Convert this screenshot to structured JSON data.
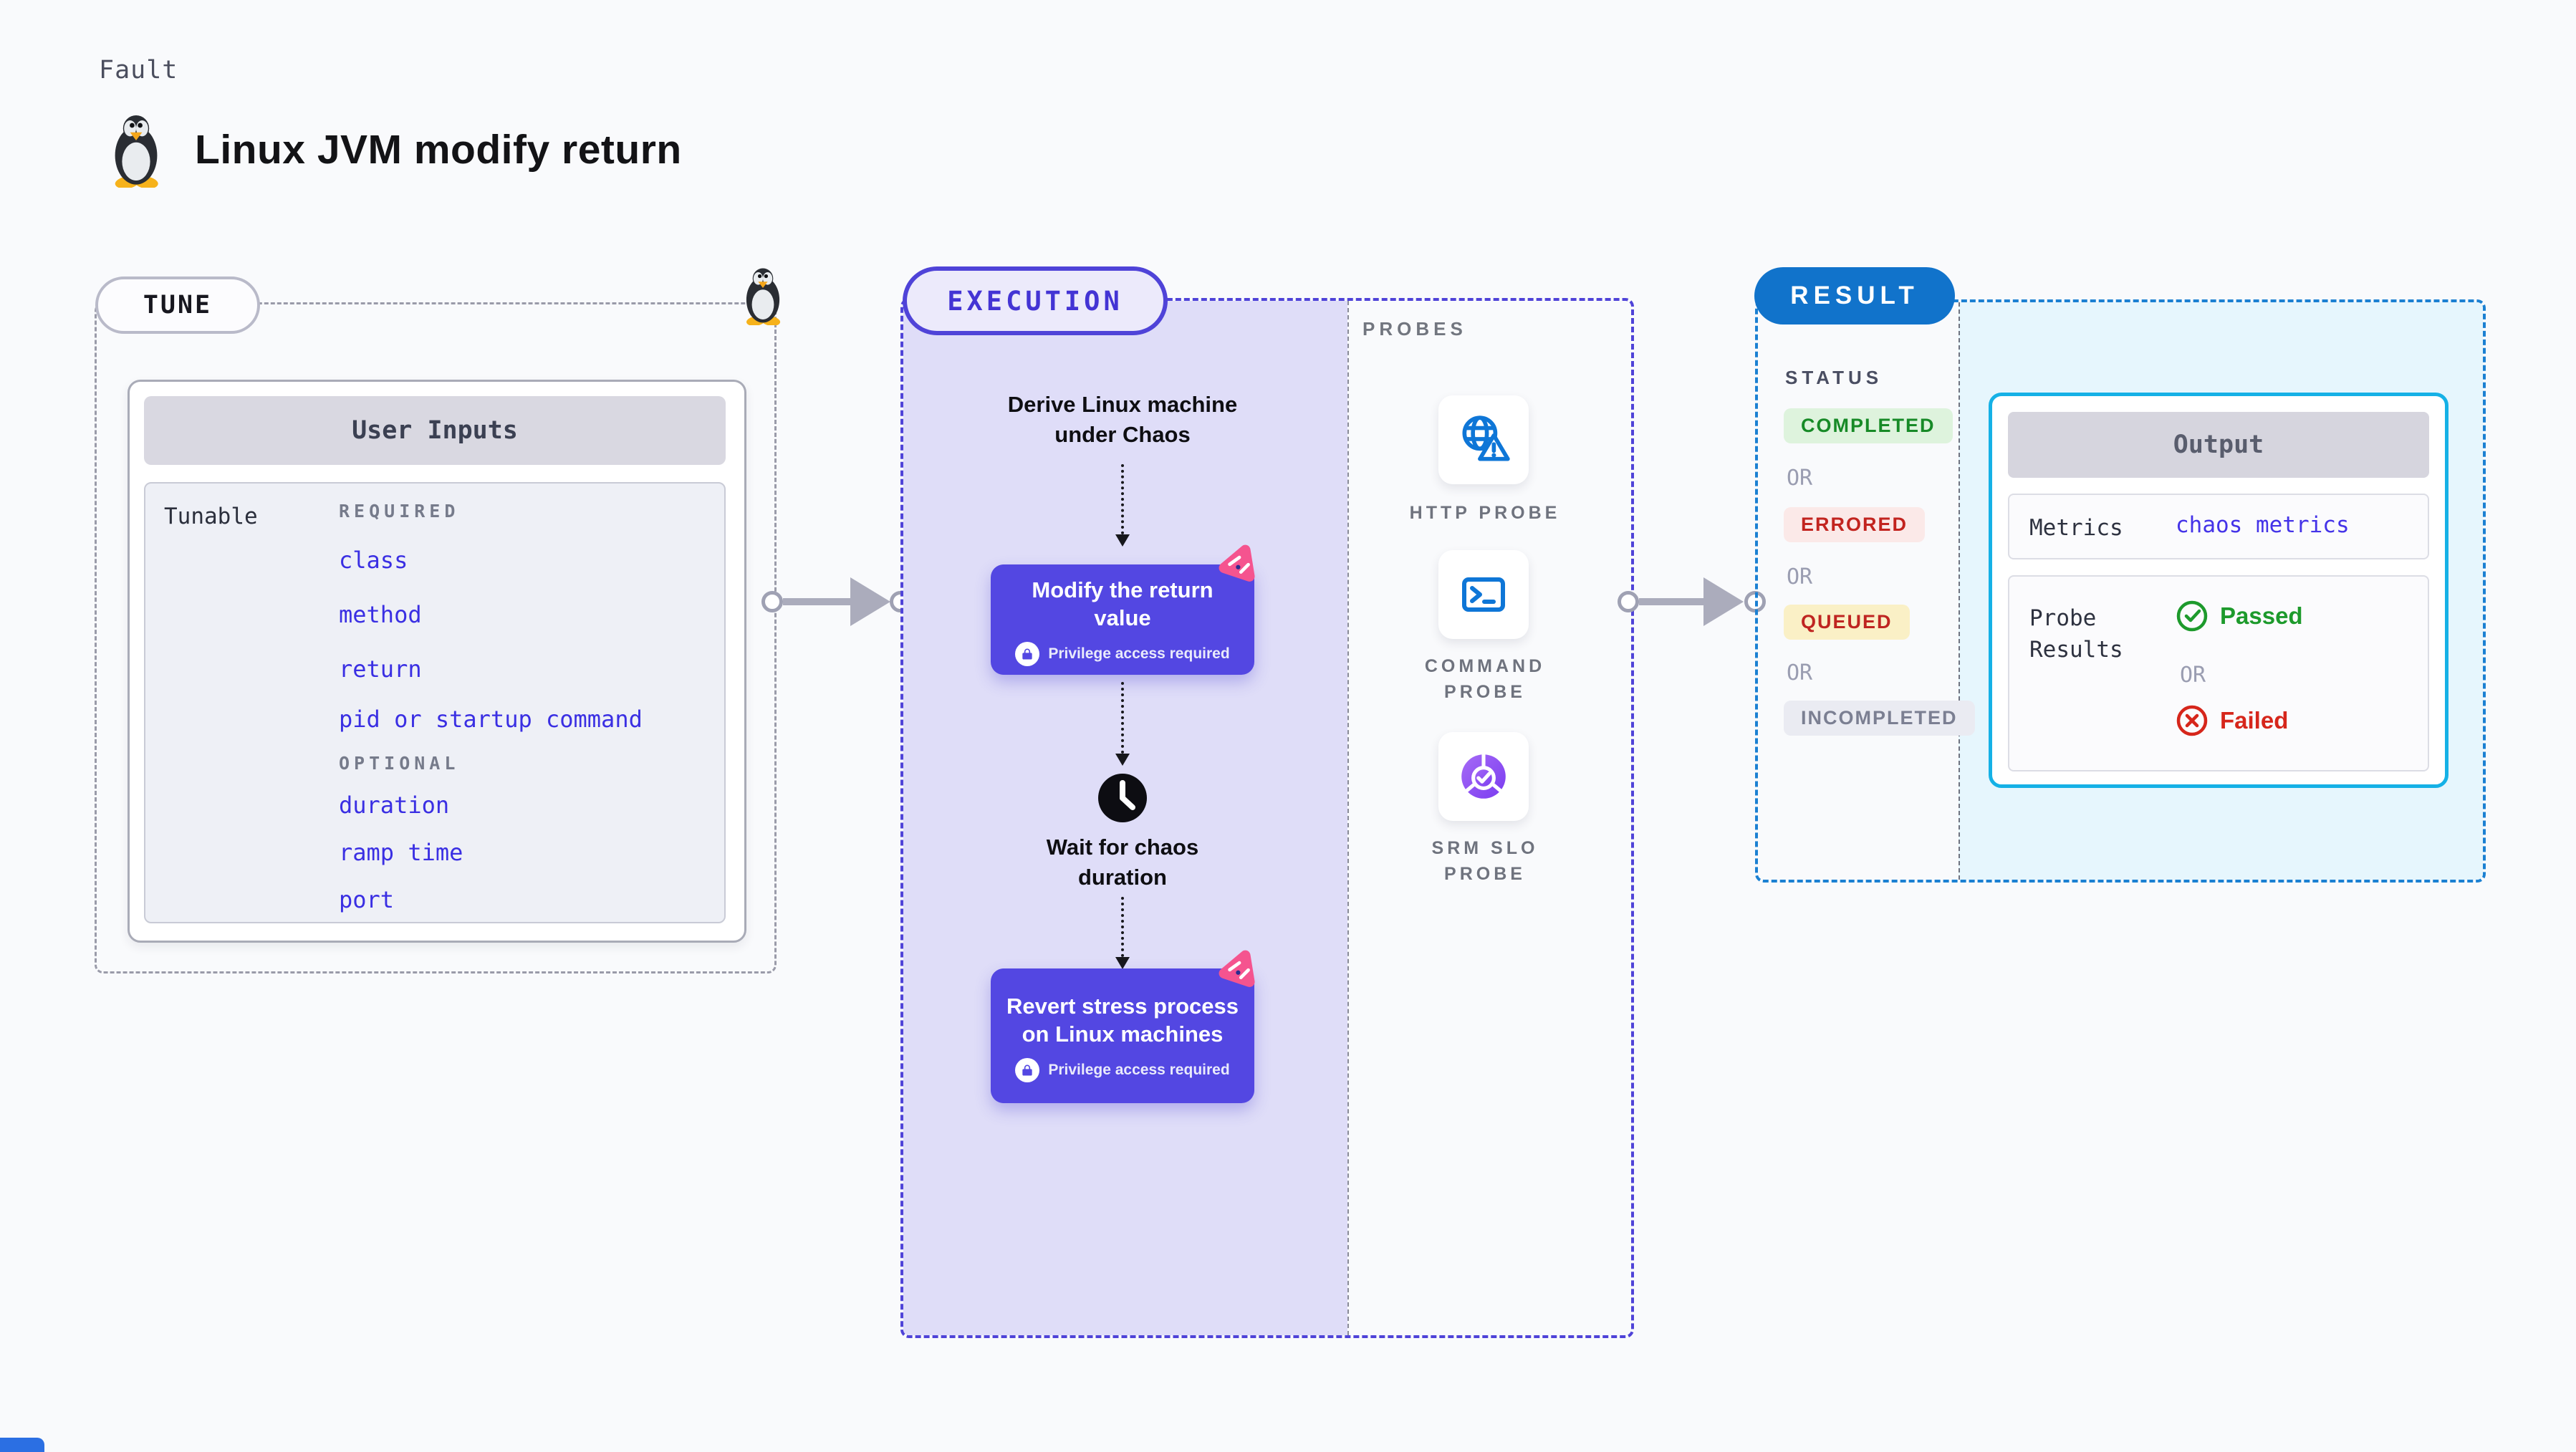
{
  "header": {
    "kicker": "Fault",
    "title": "Linux JVM modify return"
  },
  "tune": {
    "badge": "TUNE",
    "card_title": "User Inputs",
    "row_label": "Tunable",
    "required_label": "REQUIRED",
    "required_items": [
      "class",
      "method",
      "return",
      "pid or startup command"
    ],
    "optional_label": "OPTIONAL",
    "optional_items": [
      "duration",
      "ramp time",
      "port"
    ]
  },
  "execution": {
    "badge": "EXECUTION",
    "step_derive": "Derive Linux machine under Chaos",
    "node_modify": "Modify the return value",
    "node_wait": "Wait for chaos duration",
    "node_revert": "Revert stress process on Linux machines",
    "privilege_note": "Privilege access required"
  },
  "probes": {
    "label": "PROBES",
    "items": [
      {
        "name": "HTTP PROBE",
        "icon": "globe-alert-icon"
      },
      {
        "name": "COMMAND PROBE",
        "icon": "terminal-icon"
      },
      {
        "name": "SRM SLO PROBE",
        "icon": "slo-pie-check-icon"
      }
    ]
  },
  "result": {
    "badge": "RESULT",
    "status_label": "STATUS",
    "or_label": "OR",
    "statuses": [
      {
        "label": "COMPLETED",
        "fg": "#178a27",
        "bg": "#def3dd"
      },
      {
        "label": "ERRORED",
        "fg": "#c2241f",
        "bg": "#fbe9e8"
      },
      {
        "label": "QUEUED",
        "fg": "#bf2521",
        "bg": "#faf0c6"
      },
      {
        "label": "INCOMPLETED",
        "fg": "#7b7f92",
        "bg": "#eaebf2"
      }
    ],
    "output": {
      "title": "Output",
      "metrics_label": "Metrics",
      "metrics_value": "chaos metrics",
      "probe_results_label": "Probe Results",
      "passed_label": "Passed",
      "or_label": "OR",
      "failed_label": "Failed"
    }
  },
  "colors": {
    "accent_indigo": "#5347e2",
    "accent_execution_border": "#4f43d8",
    "accent_result_blue": "#1173cb",
    "accent_output_border": "#15b1e6",
    "accent_pink": "#f5548f",
    "accent_link_blue": "#3a2fe3",
    "probe_icon_blue": "#0e76d7",
    "probe_icon_purple": "#8a4df2",
    "passed_green": "#1d9a2c",
    "failed_red": "#d6261b"
  }
}
